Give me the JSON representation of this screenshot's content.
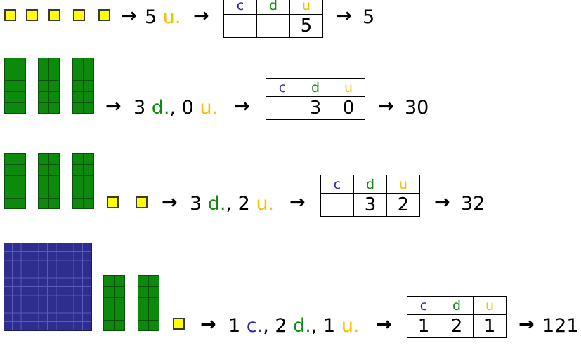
{
  "headers": {
    "c": "c",
    "d": "d",
    "u": "u"
  },
  "rows": [
    {
      "units": 5,
      "rods": 0,
      "flats": 0,
      "arrow": "→",
      "text": [
        {
          "t": "5 ",
          "style": "plain"
        },
        {
          "t": "u.",
          "style": "u"
        }
      ],
      "digits": {
        "c": "",
        "d": "",
        "u": "5"
      },
      "result": "5"
    },
    {
      "units": 0,
      "rods": 3,
      "flats": 0,
      "arrow": "→",
      "text": [
        {
          "t": "3 ",
          "style": "plain"
        },
        {
          "t": "d.",
          "style": "d"
        },
        {
          "t": ", 0 ",
          "style": "plain"
        },
        {
          "t": "u.",
          "style": "u"
        }
      ],
      "digits": {
        "c": "",
        "d": "3",
        "u": "0"
      },
      "result": "30"
    },
    {
      "units": 2,
      "rods": 3,
      "flats": 0,
      "arrow": "→",
      "text": [
        {
          "t": "3 ",
          "style": "plain"
        },
        {
          "t": "d.",
          "style": "d"
        },
        {
          "t": ", 2 ",
          "style": "plain"
        },
        {
          "t": "u.",
          "style": "u"
        }
      ],
      "digits": {
        "c": "",
        "d": "3",
        "u": "2"
      },
      "result": "32"
    },
    {
      "units": 1,
      "rods": 2,
      "flats": 1,
      "arrow": "→",
      "text": [
        {
          "t": "1 ",
          "style": "plain"
        },
        {
          "t": "c.",
          "style": "c"
        },
        {
          "t": ", 2 ",
          "style": "plain"
        },
        {
          "t": "d.",
          "style": "d"
        },
        {
          "t": ", 1 ",
          "style": "plain"
        },
        {
          "t": "u.",
          "style": "u"
        }
      ],
      "digits": {
        "c": "1",
        "d": "2",
        "u": "1"
      },
      "result": "121"
    }
  ],
  "colors": {
    "hundreds": "#2e2e9a",
    "tens": "#118a11",
    "units": "#f5c000",
    "unit_block": "#ffff00",
    "rod_block": "#0b8a0b",
    "flat_block": "#2e2e8f"
  }
}
